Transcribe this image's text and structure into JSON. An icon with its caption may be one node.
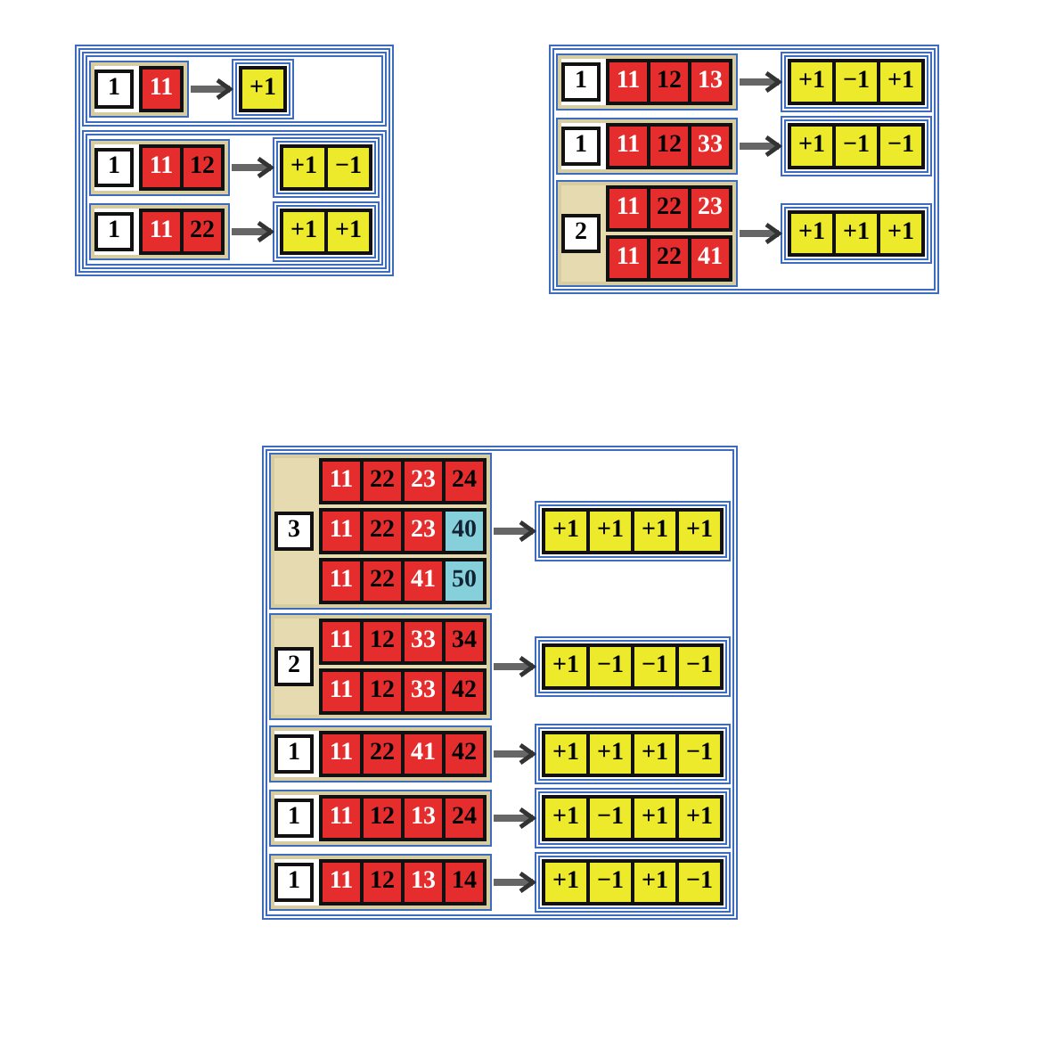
{
  "diagram": {
    "nodes": [
      {
        "text": [],
        "shape": "box"
      },
      {
        "text": [],
        "shape": "box",
        "in": 0
      },
      {
        "text": [],
        "shape": "box",
        "in": 1
      },
      {
        "text": [
          "1"
        ],
        "in": 2
      },
      {
        "text": [],
        "shape": "box",
        "in": 2
      },
      {
        "text": [
          "11"
        ],
        "in": 4
      },
      {
        "text": [],
        "shape": "box",
        "in": 1
      },
      {
        "text": [
          "+1"
        ],
        "in": 6
      },
      {
        "text": [],
        "shape": "box",
        "in": 0
      },
      {
        "text": [],
        "shape": "box",
        "in": 8
      },
      {
        "text": [
          "1"
        ],
        "in": 9
      },
      {
        "text": [],
        "shape": "box",
        "in": 9
      },
      {
        "text": [
          "11"
        ],
        "in": 11
      },
      {
        "text": [
          "12"
        ],
        "in": 11
      },
      {
        "text": [],
        "shape": "box",
        "in": 8
      },
      {
        "text": [
          "+1"
        ],
        "in": 14
      },
      {
        "text": [
          "−1"
        ],
        "in": 14
      },
      {
        "text": [],
        "shape": "box",
        "in": 8
      },
      {
        "text": [
          "1"
        ],
        "in": 17
      },
      {
        "text": [],
        "shape": "box",
        "in": 17
      },
      {
        "text": [
          "11"
        ],
        "in": 19
      },
      {
        "text": [
          "22"
        ],
        "in": 19
      },
      {
        "text": [],
        "shape": "box",
        "in": 8
      },
      {
        "text": [
          "+1"
        ],
        "in": 22
      },
      {
        "text": [
          "+1"
        ],
        "in": 22
      },
      {
        "text": [],
        "shape": "box"
      },
      {
        "text": [],
        "shape": "box",
        "in": 25
      },
      {
        "text": [
          "1"
        ],
        "in": 26
      },
      {
        "text": [],
        "shape": "box",
        "in": 26
      },
      {
        "text": [
          "11"
        ],
        "in": 28
      },
      {
        "text": [
          "12"
        ],
        "in": 28
      },
      {
        "text": [
          "13"
        ],
        "in": 28
      },
      {
        "text": [],
        "shape": "box",
        "in": 25
      },
      {
        "text": [
          "+1"
        ],
        "in": 32
      },
      {
        "text": [
          "−1"
        ],
        "in": 32
      },
      {
        "text": [
          "+1"
        ],
        "in": 32
      },
      {
        "text": [],
        "shape": "box",
        "in": 25
      },
      {
        "text": [
          "1"
        ],
        "in": 36
      },
      {
        "text": [],
        "shape": "box",
        "in": 36
      },
      {
        "text": [
          "11"
        ],
        "in": 38
      },
      {
        "text": [
          "12"
        ],
        "in": 38
      },
      {
        "text": [
          "33"
        ],
        "in": 38
      },
      {
        "text": [],
        "shape": "box",
        "in": 25
      },
      {
        "text": [
          "+1"
        ],
        "in": 42
      },
      {
        "text": [
          "−1"
        ],
        "in": 42
      },
      {
        "text": [
          "−1"
        ],
        "in": 42
      },
      {
        "text": [],
        "shape": "box",
        "in": 25
      },
      {
        "text": [
          "2"
        ],
        "in": 46
      },
      {
        "text": [],
        "shape": "box",
        "in": 46
      },
      {
        "text": [
          "11"
        ],
        "in": 48
      },
      {
        "text": [
          "22"
        ],
        "in": 48
      },
      {
        "text": [
          "23"
        ],
        "in": 48
      },
      {
        "text": [],
        "shape": "box",
        "in": 46
      },
      {
        "text": [
          "11"
        ],
        "in": 52
      },
      {
        "text": [
          "22"
        ],
        "in": 52
      },
      {
        "text": [
          "41"
        ],
        "in": 52
      },
      {
        "text": [],
        "shape": "box",
        "in": 25
      },
      {
        "text": [
          "+1"
        ],
        "in": 56
      },
      {
        "text": [
          "+1"
        ],
        "in": 56
      },
      {
        "text": [
          "+1"
        ],
        "in": 56
      },
      {
        "text": [],
        "shape": "box"
      },
      {
        "text": [],
        "shape": "box",
        "in": 60
      },
      {
        "text": [
          "3"
        ],
        "in": 61
      },
      {
        "text": [],
        "shape": "box",
        "in": 61
      },
      {
        "text": [
          "11"
        ],
        "in": 63
      },
      {
        "text": [
          "22"
        ],
        "in": 63
      },
      {
        "text": [
          "23"
        ],
        "in": 63
      },
      {
        "text": [
          "24"
        ],
        "in": 63
      },
      {
        "text": [],
        "shape": "box",
        "in": 61
      },
      {
        "text": [
          "11"
        ],
        "in": 68
      },
      {
        "text": [
          "22"
        ],
        "in": 68
      },
      {
        "text": [
          "23"
        ],
        "in": 68
      },
      {
        "text": [
          "40"
        ],
        "in": 68
      },
      {
        "text": [],
        "shape": "box",
        "in": 61
      },
      {
        "text": [
          "11"
        ],
        "in": 73
      },
      {
        "text": [
          "22"
        ],
        "in": 73
      },
      {
        "text": [
          "41"
        ],
        "in": 73
      },
      {
        "text": [
          "50"
        ],
        "in": 73
      },
      {
        "text": [],
        "shape": "box",
        "in": 60
      },
      {
        "text": [
          "+1"
        ],
        "in": 78
      },
      {
        "text": [
          "+1"
        ],
        "in": 78
      },
      {
        "text": [
          "+1"
        ],
        "in": 78
      },
      {
        "text": [
          "+1"
        ],
        "in": 78
      },
      {
        "text": [],
        "shape": "box",
        "in": 60
      },
      {
        "text": [
          "2"
        ],
        "in": 83
      },
      {
        "text": [],
        "shape": "box",
        "in": 83
      },
      {
        "text": [
          "11"
        ],
        "in": 85
      },
      {
        "text": [
          "12"
        ],
        "in": 85
      },
      {
        "text": [
          "33"
        ],
        "in": 85
      },
      {
        "text": [
          "34"
        ],
        "in": 85
      },
      {
        "text": [],
        "shape": "box",
        "in": 83
      },
      {
        "text": [
          "11"
        ],
        "in": 90
      },
      {
        "text": [
          "12"
        ],
        "in": 90
      },
      {
        "text": [
          "33"
        ],
        "in": 90
      },
      {
        "text": [
          "42"
        ],
        "in": 90
      },
      {
        "text": [],
        "shape": "box",
        "in": 60
      },
      {
        "text": [
          "+1"
        ],
        "in": 95
      },
      {
        "text": [
          "−1"
        ],
        "in": 95
      },
      {
        "text": [
          "−1"
        ],
        "in": 95
      },
      {
        "text": [
          "−1"
        ],
        "in": 95
      },
      {
        "text": [],
        "shape": "box",
        "in": 60
      },
      {
        "text": [
          "1"
        ],
        "in": 100
      },
      {
        "text": [],
        "shape": "box",
        "in": 100
      },
      {
        "text": [
          "11"
        ],
        "in": 102
      },
      {
        "text": [
          "22"
        ],
        "in": 102
      },
      {
        "text": [
          "41"
        ],
        "in": 102
      },
      {
        "text": [
          "42"
        ],
        "in": 102
      },
      {
        "text": [],
        "shape": "box",
        "in": 60
      },
      {
        "text": [
          "+1"
        ],
        "in": 107
      },
      {
        "text": [
          "+1"
        ],
        "in": 107
      },
      {
        "text": [
          "+1"
        ],
        "in": 107
      },
      {
        "text": [
          "−1"
        ],
        "in": 107
      },
      {
        "text": [],
        "shape": "box",
        "in": 60
      },
      {
        "text": [
          "1"
        ],
        "in": 112
      },
      {
        "text": [],
        "shape": "box",
        "in": 112
      },
      {
        "text": [
          "11"
        ],
        "in": 114
      },
      {
        "text": [
          "12"
        ],
        "in": 114
      },
      {
        "text": [
          "13"
        ],
        "in": 114
      },
      {
        "text": [
          "24"
        ],
        "in": 114
      },
      {
        "text": [],
        "shape": "box",
        "in": 60
      },
      {
        "text": [
          "+1"
        ],
        "in": 119
      },
      {
        "text": [
          "−1"
        ],
        "in": 119
      },
      {
        "text": [
          "+1"
        ],
        "in": 119
      },
      {
        "text": [
          "+1"
        ],
        "in": 119
      },
      {
        "text": [],
        "shape": "box",
        "in": 60
      },
      {
        "text": [
          "1"
        ],
        "in": 124
      },
      {
        "text": [],
        "shape": "box",
        "in": 124
      },
      {
        "text": [
          "11"
        ],
        "in": 126
      },
      {
        "text": [
          "12"
        ],
        "in": 126
      },
      {
        "text": [
          "13"
        ],
        "in": 126
      },
      {
        "text": [
          "14"
        ],
        "in": 126
      },
      {
        "text": [],
        "shape": "box",
        "in": 60
      },
      {
        "text": [
          "+1"
        ],
        "in": 131
      },
      {
        "text": [
          "−1"
        ],
        "in": 131
      },
      {
        "text": [
          "+1"
        ],
        "in": 131
      },
      {
        "text": [
          "−1"
        ],
        "in": 131
      }
    ],
    "edges": [
      {
        "from": 2,
        "to": 6,
        "arrow": "to"
      },
      {
        "from": 9,
        "to": 14,
        "arrow": "to"
      },
      {
        "from": 17,
        "to": 22,
        "arrow": "to"
      },
      {
        "from": 26,
        "to": 32,
        "arrow": "to"
      },
      {
        "from": 36,
        "to": 42,
        "arrow": "to"
      },
      {
        "from": 46,
        "to": 56,
        "arrow": "to"
      },
      {
        "from": 61,
        "to": 78,
        "arrow": "to"
      },
      {
        "from": 83,
        "to": 95,
        "arrow": "to"
      },
      {
        "from": 100,
        "to": 107,
        "arrow": "to"
      },
      {
        "from": 112,
        "to": 119,
        "arrow": "to"
      },
      {
        "from": 124,
        "to": 131,
        "arrow": "to"
      }
    ]
  }
}
